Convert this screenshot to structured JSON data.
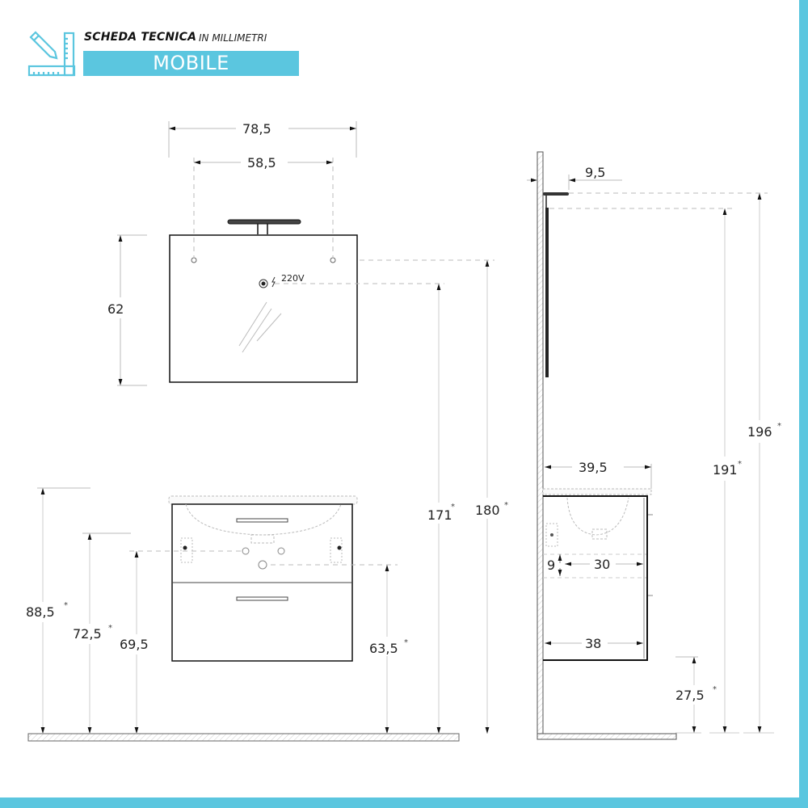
{
  "header": {
    "title": "SCHEDA TECNICA",
    "subtitle": "IN MILLIMETRI",
    "section": "MOBILE",
    "icon": "ruler-pencil-icon"
  },
  "colors": {
    "accent": "#5bc6df",
    "line": "#1a1a1a",
    "dim_line": "#bdbdbd"
  },
  "front_view": {
    "mirror": {
      "width_total": "78,5",
      "width_fixing": "58,5",
      "height": "62",
      "power_label": "220V"
    },
    "heights": {
      "top_of_basin": "88,5",
      "fixing_holes": "72,5",
      "water_inlet": "69,5",
      "drain": "63,5",
      "power_outlet": "171",
      "mirror_fixing": "180"
    },
    "asterisk": "*"
  },
  "side_view": {
    "lamp_depth": "9,5",
    "basin_depth": "39,5",
    "fixing_offset": "9",
    "cabinet_inner": "30",
    "cabinet_depth": "38",
    "floor_clearance": "27,5",
    "mirror_bottom": "191",
    "lamp_top": "196"
  }
}
